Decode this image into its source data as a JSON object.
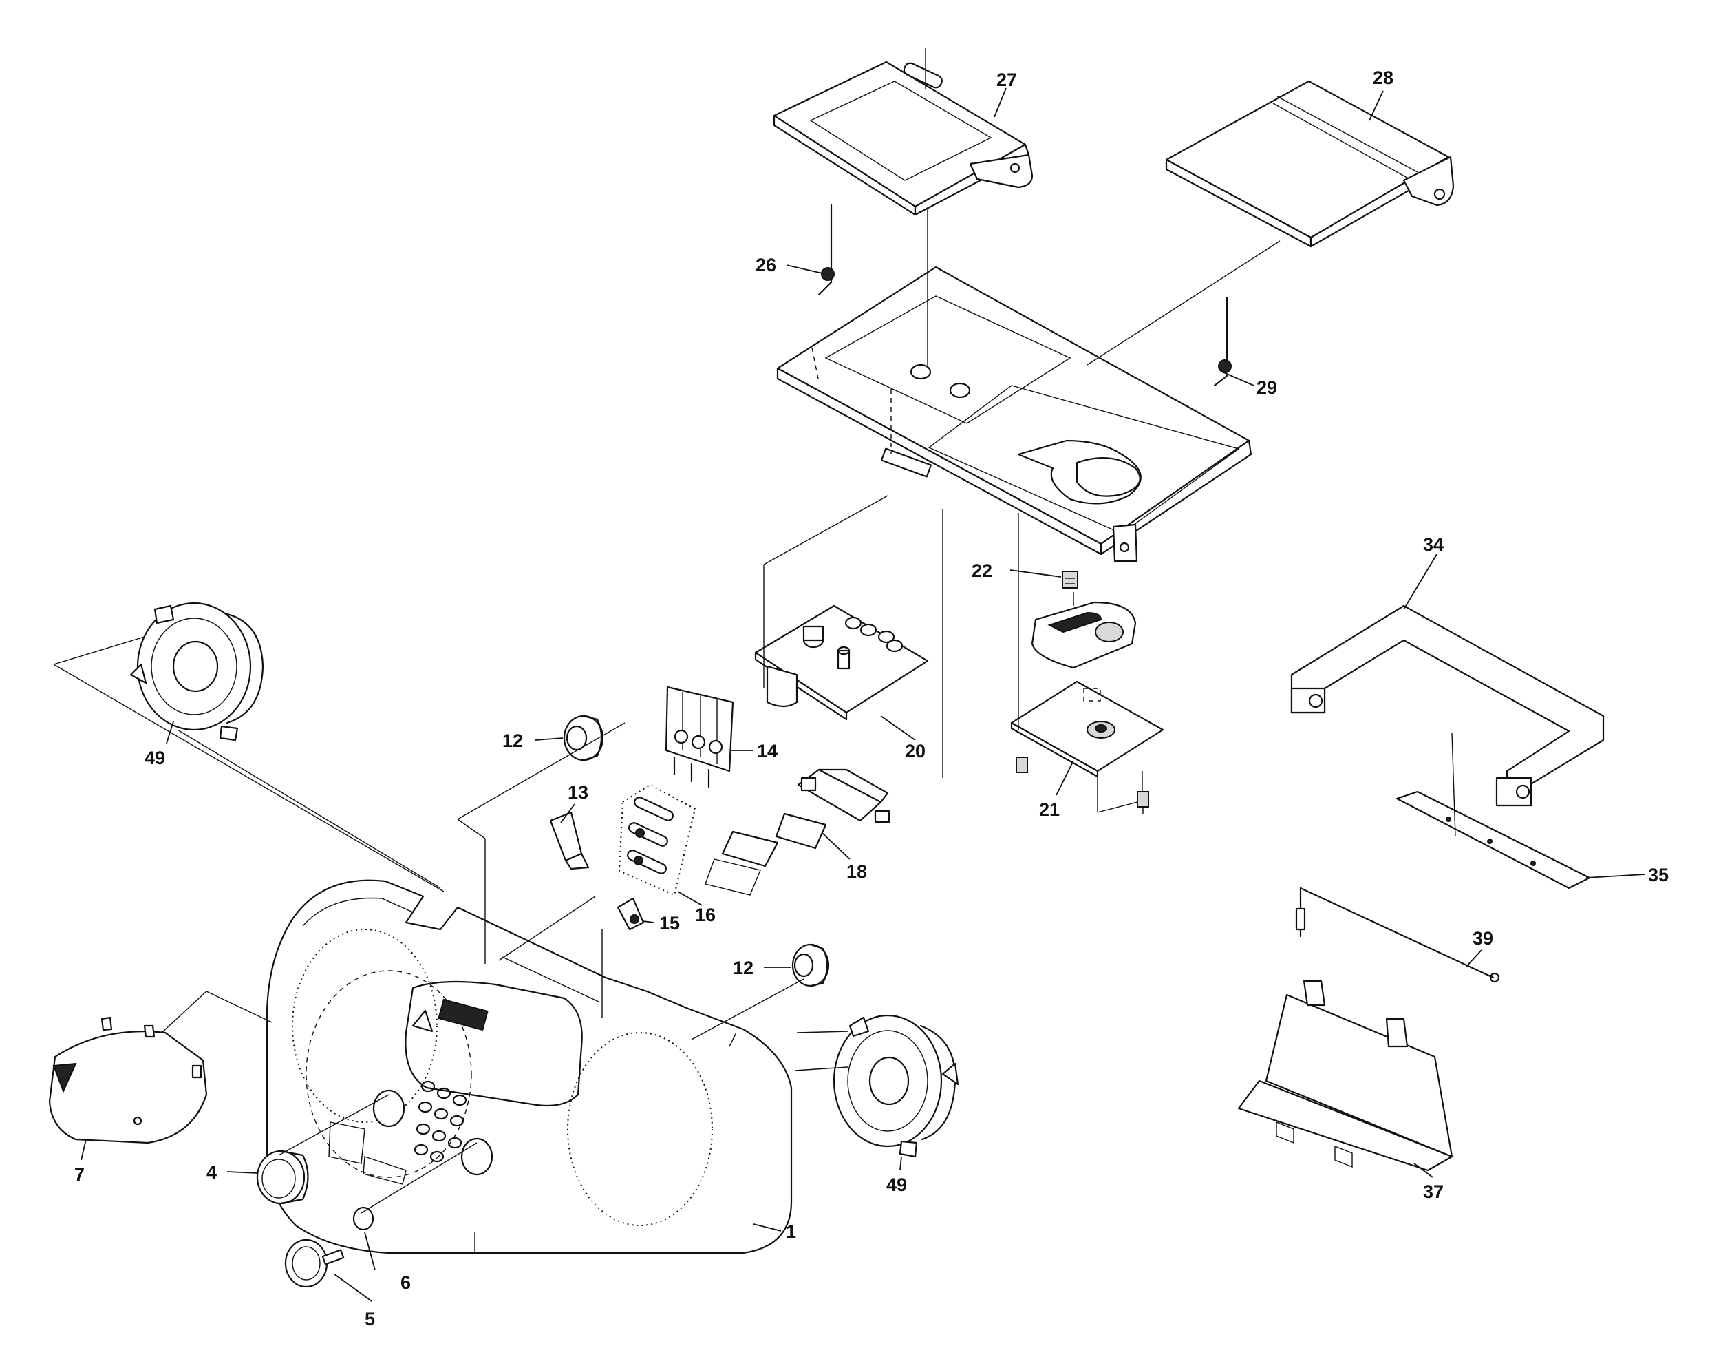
{
  "callouts": {
    "c1": "1",
    "c4": "4",
    "c5": "5",
    "c6": "6",
    "c7": "7",
    "c12a": "12",
    "c12b": "12",
    "c13": "13",
    "c14": "14",
    "c15": "15",
    "c16": "16",
    "c18": "18",
    "c20": "20",
    "c21": "21",
    "c22": "22",
    "c26": "26",
    "c27": "27",
    "c28": "28",
    "c29": "29",
    "c34": "34",
    "c35": "35",
    "c37": "37",
    "c39": "39",
    "c49a": "49",
    "c49b": "49"
  }
}
